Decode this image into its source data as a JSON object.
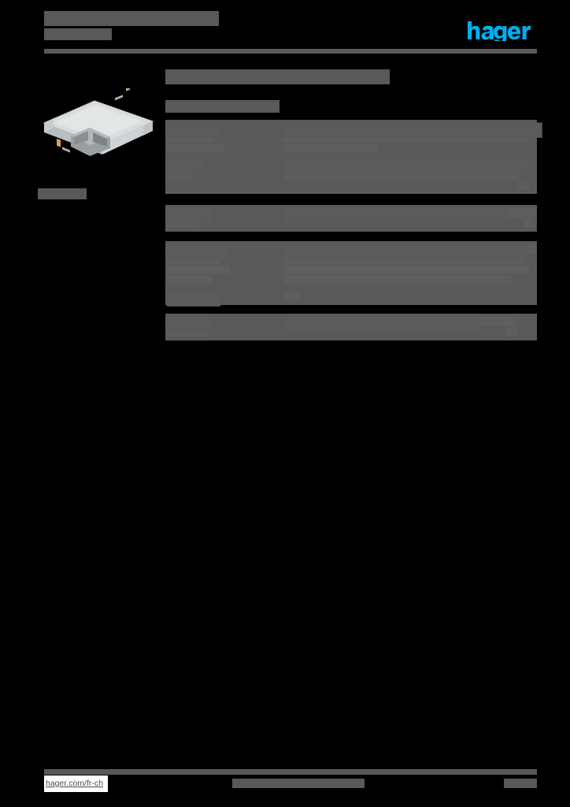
{
  "document": {
    "kind": "product-datasheet",
    "redacted": true,
    "header": {
      "title_line_1": "██████ ████████ ██",
      "title_line_2": "█████",
      "brand_logo_text": "hager",
      "brand_color": "#00AEEF",
      "rule_color": "#58595A"
    },
    "left_column": {
      "product_image_alt": "product-photo",
      "description_label": "████████"
    },
    "main": {
      "section_title": "██████ ████████ ██████ ██",
      "section_subtitle": "███████████",
      "spec_rows": [
        {
          "key": "██████",
          "value": "█████████████████████████████",
          "zebra": true
        },
        {
          "key": "████",
          "value": "████████████████████████████",
          "zebra": true
        },
        {
          "key": "█████",
          "value": "█████████████████████████",
          "zebra": false
        },
        {
          "key": "███████",
          "value": "███████████████████████████",
          "zebra": true
        },
        {
          "key": "██████",
          "value": "███████████████████████████████",
          "zebra": true
        },
        {
          "key": "█████",
          "value": "██████████████████████",
          "zebra": false
        }
      ]
    },
    "footer": {
      "url": "hager.com/fr-ch",
      "center_text": "████████ ██████████",
      "page_number": "███"
    }
  }
}
